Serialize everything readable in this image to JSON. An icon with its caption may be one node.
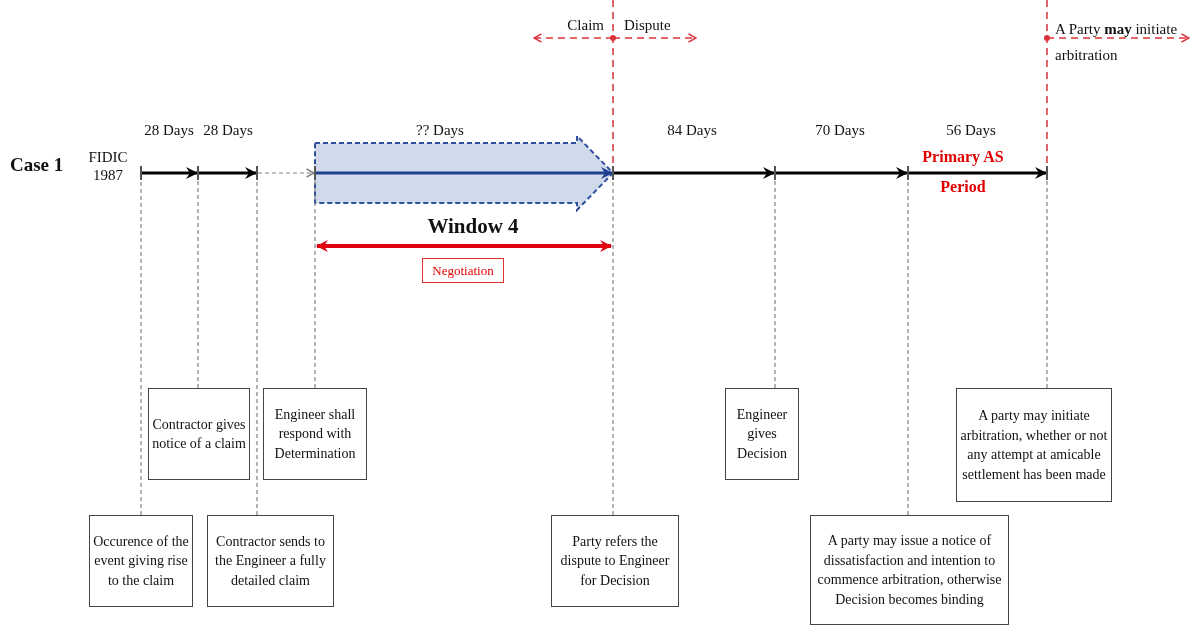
{
  "diagram": {
    "nodes": [
      {
        "text": [],
        "shape": "bar"
      },
      {
        "text": [],
        "shape": "bar"
      },
      {
        "text": [],
        "shape": "bar"
      },
      {
        "text": [],
        "shape": "bar"
      },
      {
        "text": [],
        "shape": "bar"
      },
      {
        "text": [],
        "shape": "bar"
      },
      {
        "text": [],
        "shape": "bar"
      },
      {
        "text": [],
        "shape": "bar"
      },
      {
        "text": [
          "Contractor gives notice of a claim"
        ]
      },
      {
        "text": [
          "Engineer shall respond with Determination"
        ]
      },
      {
        "text": [
          "Engineer gives Decision"
        ]
      },
      {
        "text": [
          "A party may initiate arbitration, whether or not any attempt at amicable settlement has been made"
        ]
      },
      {
        "text": [
          "Occurence of the event giving rise to the claim"
        ]
      },
      {
        "text": [
          "Contractor sends to the Engineer a fully detailed claim"
        ]
      },
      {
        "text": [
          "Party refers the dispute to Engineer for Decision"
        ]
      },
      {
        "text": [
          "A party may issue a notice of dissatisfaction and intention to commence arbitration, otherwise Decision becomes binding"
        ]
      },
      {
        "text": [
          "Negotiation"
        ]
      }
    ],
    "edges": [
      {
        "from": 0,
        "to": 1,
        "arrow": "to",
        "style": "thick",
        "color": "#000000"
      },
      {
        "from": 1,
        "to": 2,
        "arrow": "to",
        "style": "thick",
        "color": "#000000"
      },
      {
        "from": 2,
        "to": 3,
        "arrow": "to",
        "style": "dashed"
      },
      {
        "from": 3,
        "to": 4,
        "arrow": "to",
        "style": "thick",
        "color": "#1f3f8f"
      },
      {
        "from": 4,
        "to": 5,
        "arrow": "to",
        "style": "thick",
        "color": "#000000"
      },
      {
        "from": 5,
        "to": 6,
        "arrow": "to",
        "style": "thick",
        "color": "#000000"
      },
      {
        "from": 6,
        "to": 7,
        "arrow": "to",
        "style": "thick",
        "color": "#000000"
      },
      {
        "from": 8,
        "to": 1,
        "arrow": "none",
        "style": "dashed"
      },
      {
        "from": 9,
        "to": 3,
        "arrow": "none",
        "style": "dashed"
      },
      {
        "from": 10,
        "to": 5,
        "arrow": "none",
        "style": "dashed"
      },
      {
        "from": 11,
        "to": 7,
        "arrow": "none",
        "style": "dashed"
      },
      {
        "from": 12,
        "to": 0,
        "arrow": "none",
        "style": "dashed"
      },
      {
        "from": 13,
        "to": 2,
        "arrow": "none",
        "style": "dashed"
      },
      {
        "from": 14,
        "to": 4,
        "arrow": "none",
        "style": "dashed"
      },
      {
        "from": 15,
        "to": 6,
        "arrow": "none",
        "style": "dashed"
      }
    ],
    "labels": [
      "Case 1",
      "FIDIC 1987",
      "28 Days",
      "28 Days",
      "?? Days",
      "84 Days",
      "70 Days",
      "56 Days",
      "Primary AS Period",
      "Window 4",
      "Claim",
      "Dispute",
      "A Party **may** initiate arbitration"
    ]
  }
}
